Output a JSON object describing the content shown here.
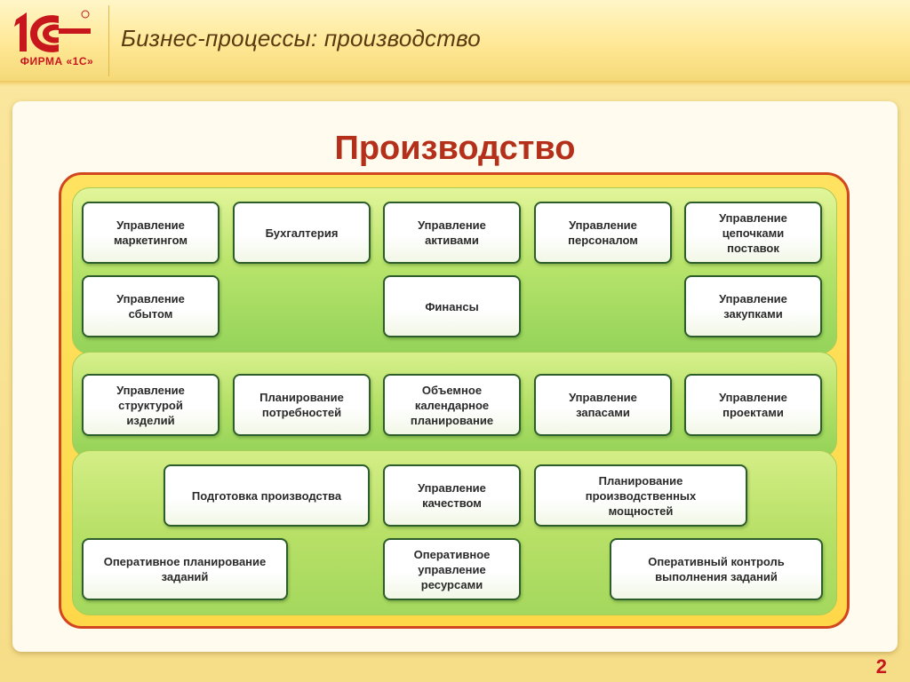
{
  "header": {
    "title": "Бизнес-процессы: производство",
    "logo_caption": "ФИРМА «1С»",
    "logo_mark": "1С"
  },
  "slide": {
    "title": "Производство",
    "page_number": "2"
  },
  "rows": {
    "r1": [
      "Управление\nмаркетингом",
      "Бухгалтерия",
      "Управление\nактивами",
      "Управление\nперсоналом",
      "Управление\nцепочками\nпоставок"
    ],
    "r2": [
      "Управление\nсбытом",
      "Финансы",
      "Управление\nзакупками"
    ],
    "r3": [
      "Управление\nструктурой\nизделий",
      "Планирование\nпотребностей",
      "Объемное\nкалендарное\nпланирование",
      "Управление\nзапасами",
      "Управление\nпроектами"
    ],
    "r4": [
      "Подготовка производства",
      "Управление\nкачеством",
      "Планирование\nпроизводственных\nмощностей"
    ],
    "r5": [
      "Оперативное планирование\nзаданий",
      "Оперативное\nуправление\nресурсами",
      "Оперативный контроль\nвыполнения заданий"
    ]
  },
  "colors": {
    "accent": "#c8161d",
    "title_red": "#b5301a",
    "box_border": "#2c5d2a"
  }
}
